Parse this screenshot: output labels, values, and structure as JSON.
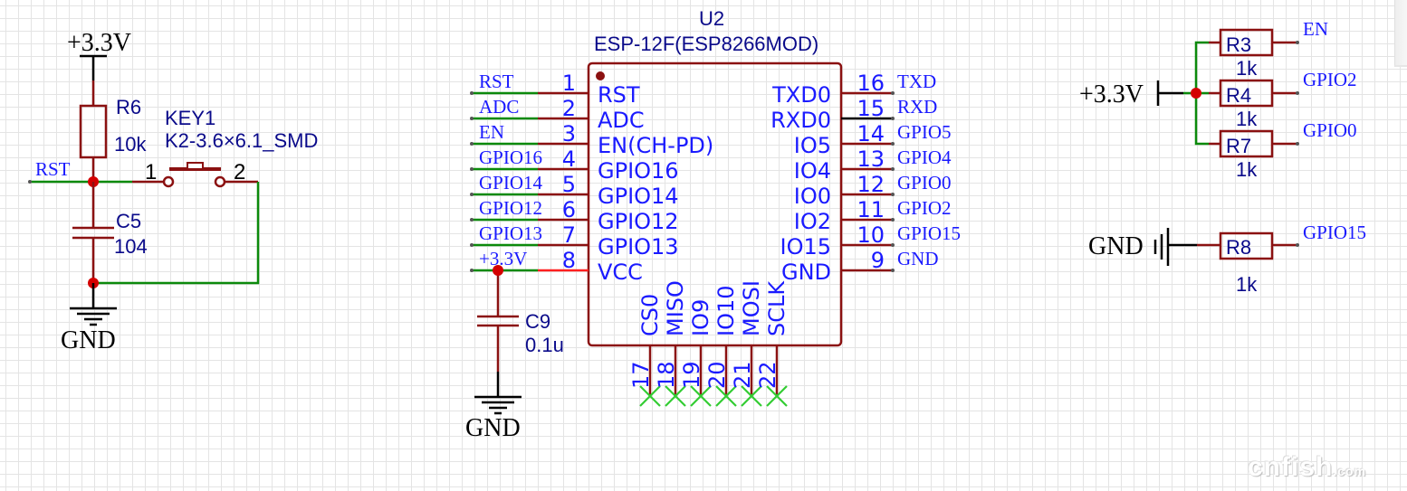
{
  "schematic": {
    "title": "ESP-12F minimal system schematic",
    "colors": {
      "wire": "#0b8a0b",
      "pin": "#8b1111",
      "junction": "#d40000",
      "net_label": "#1a1aff",
      "designator": "#0a0a8a",
      "vcc_pin": "#ff2020",
      "no_connect": "#33cc33",
      "grid": "#e4e4e4"
    },
    "reset_circuit": {
      "power_label": "+3.3V",
      "ground_label": "GND",
      "net_label": "RST",
      "resistor": {
        "designator": "R6",
        "value": "10k"
      },
      "capacitor": {
        "designator": "C5",
        "value": "104"
      },
      "button": {
        "designator": "KEY1",
        "footprint": "K2-3.6×6.1_SMD",
        "pin1": "1",
        "pin2": "2"
      }
    },
    "module": {
      "designator": "U2",
      "part": "ESP-12F(ESP8266MOD)",
      "left_pins": [
        {
          "num": "1",
          "name": "RST",
          "net": "RST"
        },
        {
          "num": "2",
          "name": "ADC",
          "net": "ADC"
        },
        {
          "num": "3",
          "name": "EN(CH-PD)",
          "net": "EN"
        },
        {
          "num": "4",
          "name": "GPIO16",
          "net": "GPIO16"
        },
        {
          "num": "5",
          "name": "GPIO14",
          "net": "GPIO14"
        },
        {
          "num": "6",
          "name": "GPIO12",
          "net": "GPIO12"
        },
        {
          "num": "7",
          "name": "GPIO13",
          "net": "GPIO13"
        },
        {
          "num": "8",
          "name": "VCC",
          "net": "+3.3V"
        }
      ],
      "right_pins": [
        {
          "num": "16",
          "name": "TXD0",
          "net": "TXD"
        },
        {
          "num": "15",
          "name": "RXD0",
          "net": "RXD"
        },
        {
          "num": "14",
          "name": "IO5",
          "net": "GPIO5"
        },
        {
          "num": "13",
          "name": "IO4",
          "net": "GPIO4"
        },
        {
          "num": "12",
          "name": "IO0",
          "net": "GPIO0"
        },
        {
          "num": "11",
          "name": "IO2",
          "net": "GPIO2"
        },
        {
          "num": "10",
          "name": "IO15",
          "net": "GPIO15"
        },
        {
          "num": "9",
          "name": "GND",
          "net": "GND"
        }
      ],
      "bottom_pins": [
        {
          "num": "17",
          "name": "CS0"
        },
        {
          "num": "18",
          "name": "MISO"
        },
        {
          "num": "19",
          "name": "IO9"
        },
        {
          "num": "20",
          "name": "IO10"
        },
        {
          "num": "21",
          "name": "MOSI"
        },
        {
          "num": "22",
          "name": "SCLK"
        }
      ],
      "decoupling": {
        "designator": "C9",
        "value": "0.1u",
        "ground_label": "GND"
      }
    },
    "pullups": {
      "power_label": "+3.3V",
      "resistors": [
        {
          "designator": "R3",
          "value": "1k",
          "net": "EN"
        },
        {
          "designator": "R4",
          "value": "1k",
          "net": "GPIO2"
        },
        {
          "designator": "R7",
          "value": "1k",
          "net": "GPIO0"
        }
      ]
    },
    "pulldown": {
      "ground_label": "GND",
      "resistor": {
        "designator": "R8",
        "value": "1k",
        "net": "GPIO15"
      }
    },
    "watermark": {
      "main": "cnfish",
      "suffix": ".com"
    }
  }
}
